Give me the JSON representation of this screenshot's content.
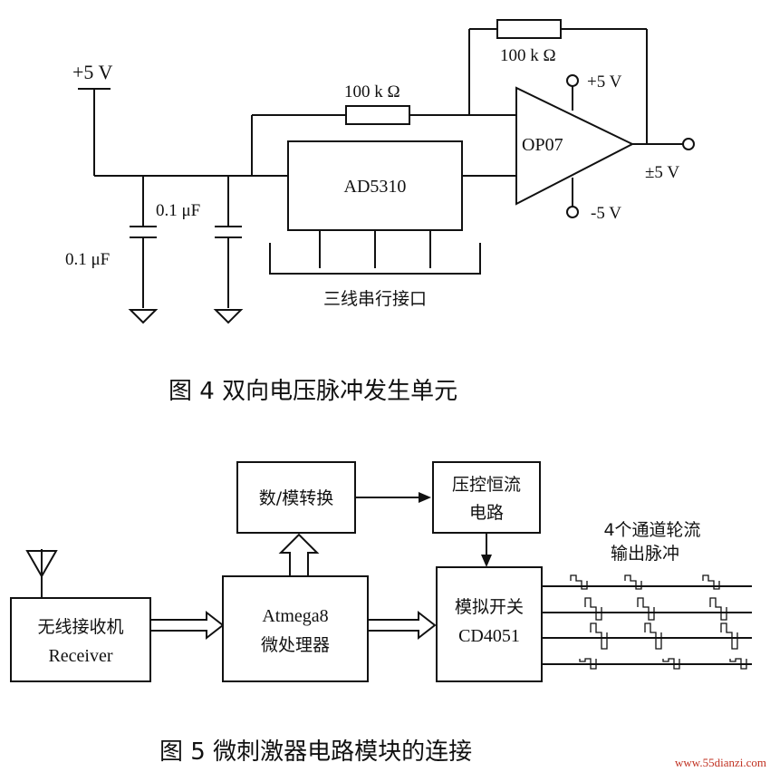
{
  "fig4": {
    "vcc_label": "+5 V",
    "r1_label": "100 k Ω",
    "r2_label": "100 k Ω",
    "c1_label": "0.1 μF",
    "c2_label": "0.1 μF",
    "dac_label": "AD5310",
    "opamp_label": "OP07",
    "op_vplus": "+5 V",
    "op_vminus": "-5 V",
    "output_label": "±5 V",
    "serial_label": "三线串行接口",
    "caption": "图 4   双向电压脉冲发生单元"
  },
  "fig5": {
    "receiver_label_1": "无线接收机",
    "receiver_label_2": "Receiver",
    "mcu_label_1": "Atmega8",
    "mcu_label_2": "微处理器",
    "dac_label": "数/模转换",
    "vcc_ctrl_label_1": "压控恒流",
    "vcc_ctrl_label_2": "电路",
    "switch_label_1": "模拟开关",
    "switch_label_2": "CD4051",
    "channels_label_1": "4个通道轮流",
    "channels_label_2": "输出脉冲",
    "caption": "图 5   微刺激器电路模块的连接"
  },
  "watermark": "www.55dianzi.com"
}
